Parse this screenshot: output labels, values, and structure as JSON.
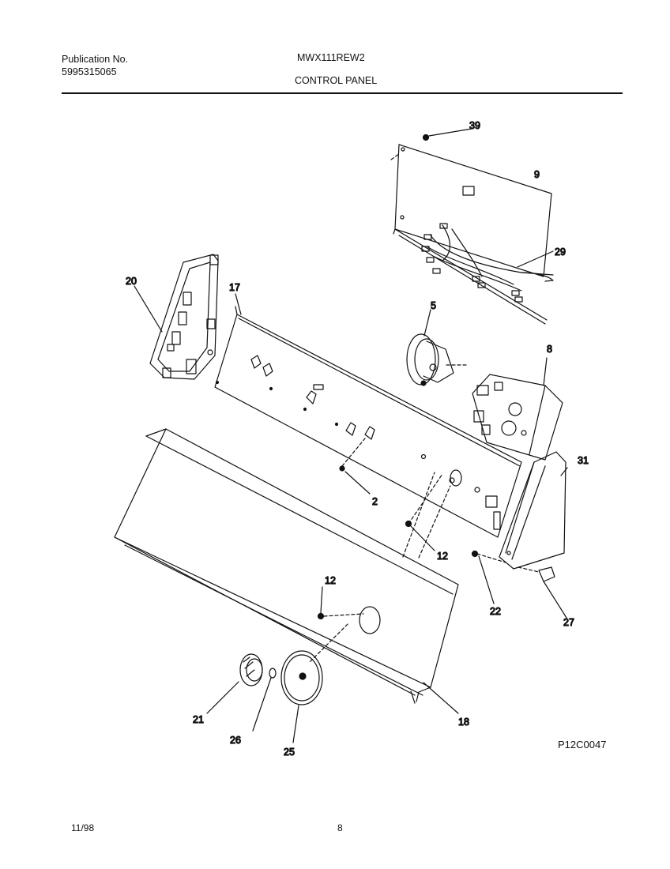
{
  "header": {
    "pub_label": "Publication No.",
    "pub_number": "5995315065",
    "model": "MWX111REW2",
    "section": "CONTROL PANEL"
  },
  "diagram": {
    "code": "P12C0047",
    "callouts": [
      {
        "id": "39",
        "label": "39"
      },
      {
        "id": "9",
        "label": "9"
      },
      {
        "id": "29",
        "label": "29"
      },
      {
        "id": "20",
        "label": "20"
      },
      {
        "id": "17",
        "label": "17"
      },
      {
        "id": "5",
        "label": "5"
      },
      {
        "id": "8",
        "label": "8"
      },
      {
        "id": "31",
        "label": "31"
      },
      {
        "id": "2",
        "label": "2"
      },
      {
        "id": "12a",
        "label": "12"
      },
      {
        "id": "22",
        "label": "22"
      },
      {
        "id": "27",
        "label": "27"
      },
      {
        "id": "12b",
        "label": "12"
      },
      {
        "id": "18",
        "label": "18"
      },
      {
        "id": "21",
        "label": "21"
      },
      {
        "id": "26",
        "label": "26"
      },
      {
        "id": "25",
        "label": "25"
      }
    ]
  },
  "footer": {
    "date": "11/98",
    "page": "8"
  }
}
